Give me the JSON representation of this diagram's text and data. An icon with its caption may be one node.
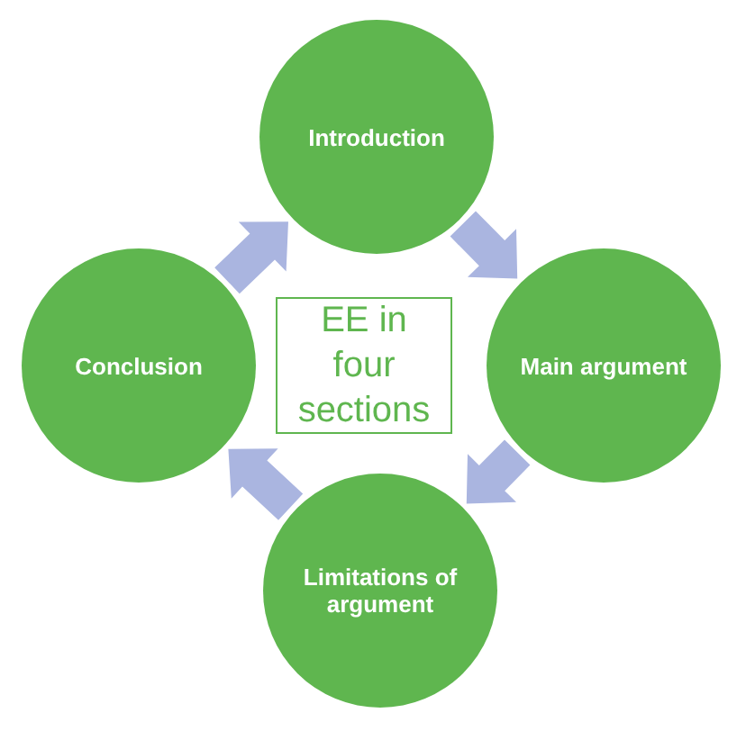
{
  "diagram": {
    "nodes": [
      {
        "text": [
          "Introduction"
        ]
      },
      {
        "text": [
          "Conclusion"
        ]
      },
      {
        "text": [
          "EE in four sections"
        ]
      },
      {
        "text": [
          "Main argument"
        ]
      },
      {
        "text": [
          "Limitations of argument"
        ]
      }
    ],
    "edges": [
      {
        "from": 0,
        "to": 3,
        "arrow": "to"
      },
      {
        "from": 3,
        "to": 4,
        "arrow": "to"
      },
      {
        "from": 4,
        "to": 1,
        "arrow": "to"
      },
      {
        "from": 1,
        "to": 0,
        "arrow": "to"
      }
    ]
  }
}
